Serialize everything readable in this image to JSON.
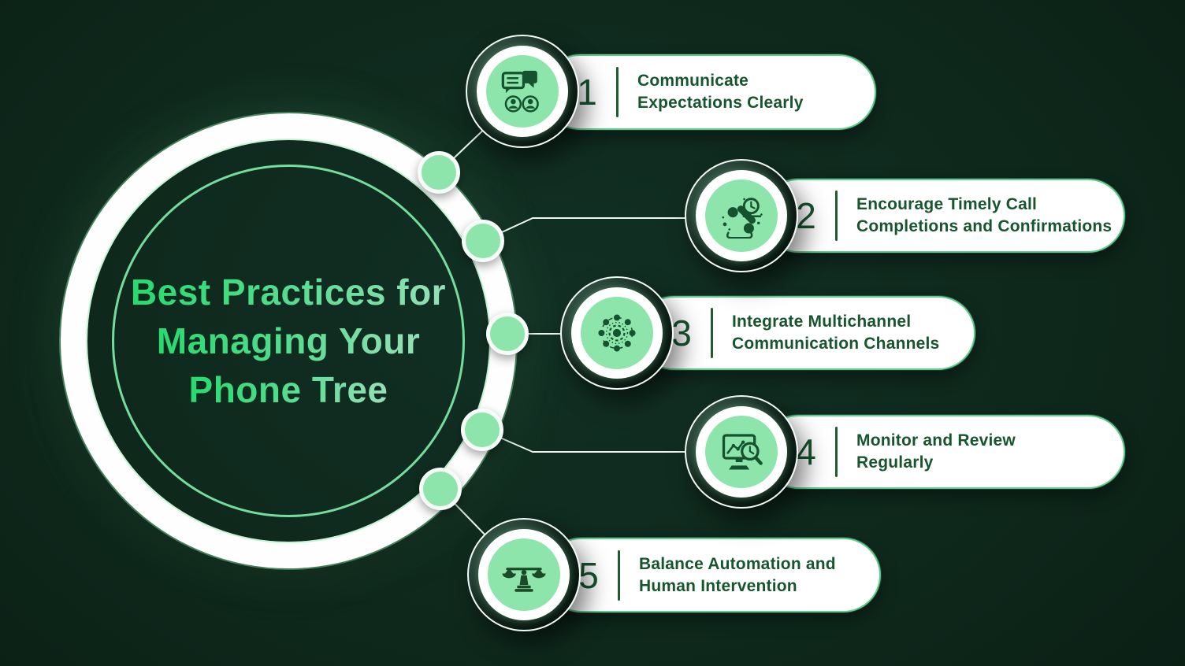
{
  "title": {
    "lines": [
      "Best Practices for",
      "Managing Your",
      "Phone Tree"
    ]
  },
  "items": [
    {
      "number": "1",
      "icon": "chat-users-icon",
      "label_lines": [
        "Communicate",
        "Expectations Clearly"
      ]
    },
    {
      "number": "2",
      "icon": "phone-clock-icon",
      "label_lines": [
        "Encourage Timely Call",
        "Completions and Confirmations"
      ]
    },
    {
      "number": "3",
      "icon": "multichannel-network-icon",
      "label_lines": [
        "Integrate Multichannel",
        "Communication Channels"
      ]
    },
    {
      "number": "4",
      "icon": "monitor-review-icon",
      "label_lines": [
        "Monitor and Review",
        "Regularly"
      ]
    },
    {
      "number": "5",
      "icon": "balance-scale-icon",
      "label_lines": [
        "Balance Automation and",
        "Human Intervention"
      ]
    }
  ],
  "colors": {
    "background_dark": "#04100a",
    "background_center": "#123024",
    "title_green_start": "#27da6e",
    "title_green_end": "#96e0b8",
    "light_green": "#8de5ac",
    "dark_green": "#17552e",
    "pill_border_green": "#5fcd8e",
    "ring_white": "#fdfefd",
    "connector_white": "#eef8f2"
  }
}
